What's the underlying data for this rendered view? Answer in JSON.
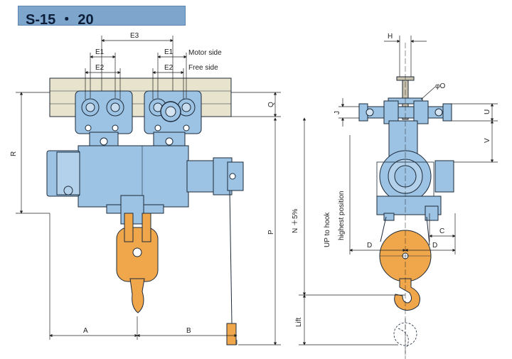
{
  "title": "S-15 ・ 20",
  "labels": {
    "E3": "E3",
    "E1_left": "E1",
    "E2_left": "E2",
    "E1_right": "E1",
    "E2_right": "E2",
    "motor_side": "Motor side",
    "free_side": "Free side",
    "Q": "Q",
    "R": "R",
    "P": "P",
    "A": "A",
    "B": "B",
    "H": "H",
    "phiO": "φO",
    "J": "J",
    "U": "U",
    "V": "V",
    "N": "N ＋5%",
    "up_to_hook": "UP to hook",
    "highest_position": "highest position",
    "C": "C",
    "D_left": "D",
    "D_right": "D",
    "lift": "Lift"
  },
  "colors": {
    "body_blue": "#9cc3e3",
    "hook_orange": "#f0a64a",
    "beam_tan": "#e8e3cc",
    "title_bg": "#7ea6cc",
    "outline": "#1d2a3a"
  }
}
